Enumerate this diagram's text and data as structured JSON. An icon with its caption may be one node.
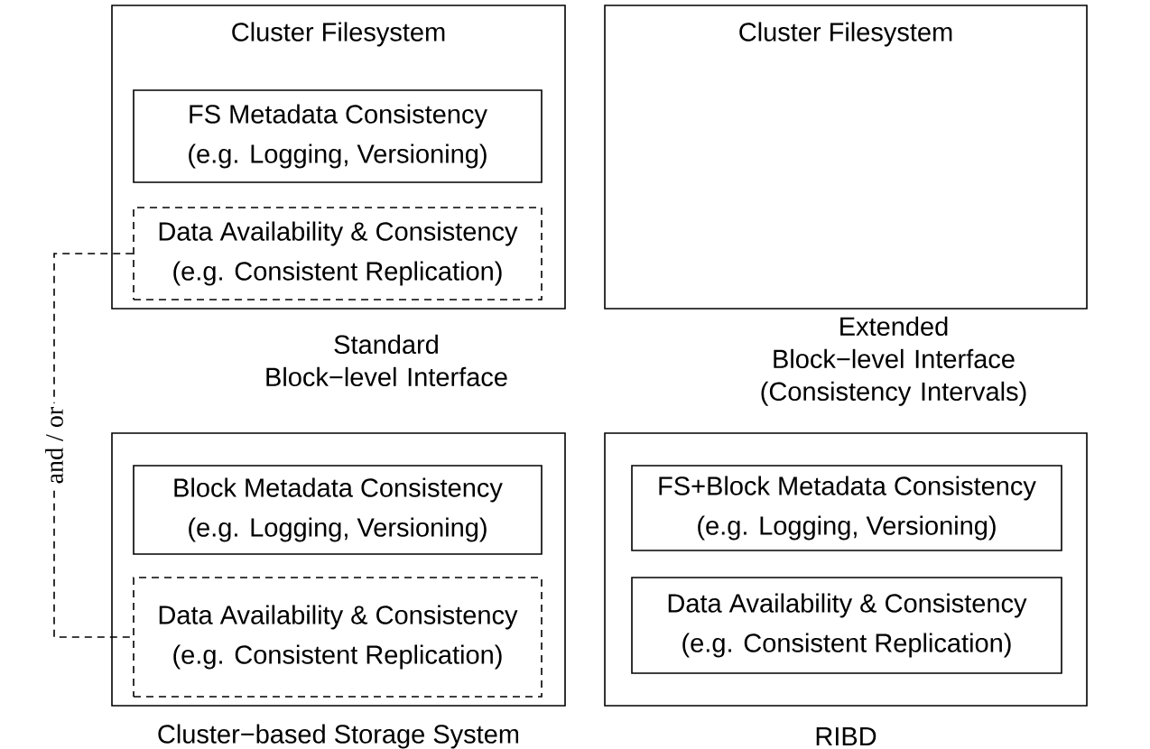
{
  "diagram": {
    "nodes": [
      {
        "text": [
          "Cluster Filesystem"
        ]
      },
      {
        "text": [
          "FS Metadata Consistency",
          "(e.g. Logging, Versioning)"
        ],
        "in": 0
      },
      {
        "text": [
          "Data Availability & Consistency",
          "(e.g. Consistent Replication)"
        ],
        "in": 0
      },
      {
        "text": [],
        "shape": "box",
        "beside": [
          "Cluster−based  Storage System"
        ]
      },
      {
        "text": [
          "Block Metadata Consistency",
          "(e.g. Logging, Versioning)"
        ],
        "in": 3
      },
      {
        "text": [
          "Data Availability & Consistency",
          "(e.g. Consistent Replication)"
        ],
        "in": 3
      },
      {
        "text": [
          "Cluster Filesystem"
        ]
      },
      {
        "text": [],
        "shape": "box",
        "beside": [
          "RIBD"
        ]
      },
      {
        "text": [
          "FS+Block Metadata Consistency",
          "(e.g. Logging, Versioning)"
        ],
        "in": 7
      },
      {
        "text": [
          "Data Availability & Consistency",
          "(e.g. Consistent Replication)"
        ],
        "in": 7
      }
    ],
    "edges": [
      {
        "from": 2,
        "to": 5,
        "arrow": "none",
        "style": "dashed",
        "label": "and / or"
      }
    ],
    "labels": [
      "Standard Block−level Interface",
      "Extended Block−level Interface (Consistency Intervals)"
    ]
  }
}
